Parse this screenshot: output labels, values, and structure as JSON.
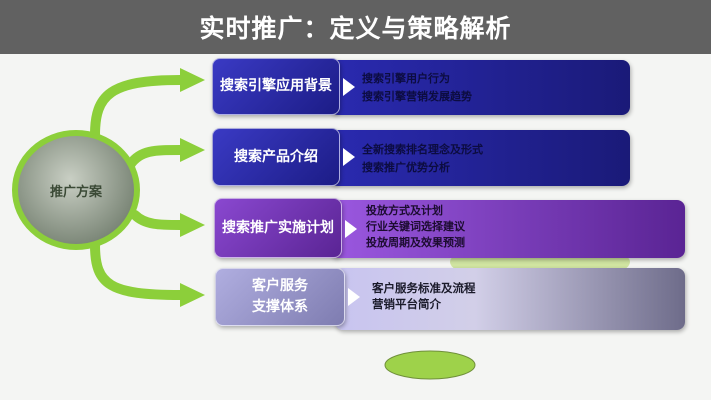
{
  "hub": {
    "label": "推广方案"
  },
  "sections": [
    {
      "title": "搜索引擎应用背景",
      "items": [
        "搜索引擎用户行为",
        "搜索引擎营销发展趋势"
      ]
    },
    {
      "title": "搜索产品介绍",
      "items": [
        "全新搜索排名理念及形式",
        "搜索推广优势分析"
      ]
    },
    {
      "title": "搜索推广实施计划",
      "items": [
        "投放方式及计划",
        "行业关键词选择建议",
        "投放周期及效果预测"
      ]
    },
    {
      "title": "客户服务支撑体系",
      "title_lines": [
        "客户服务",
        "支撑体系"
      ],
      "items": [
        "客户服务标准及流程",
        "营销平台简介"
      ]
    }
  ],
  "overlay": {
    "title": "实时推广：定义与策略解析"
  },
  "colors": {
    "green": "#8ccf3a",
    "blue": "#1e1e8c",
    "purple": "#6b2ca8",
    "lavender": "#9c9ace"
  }
}
